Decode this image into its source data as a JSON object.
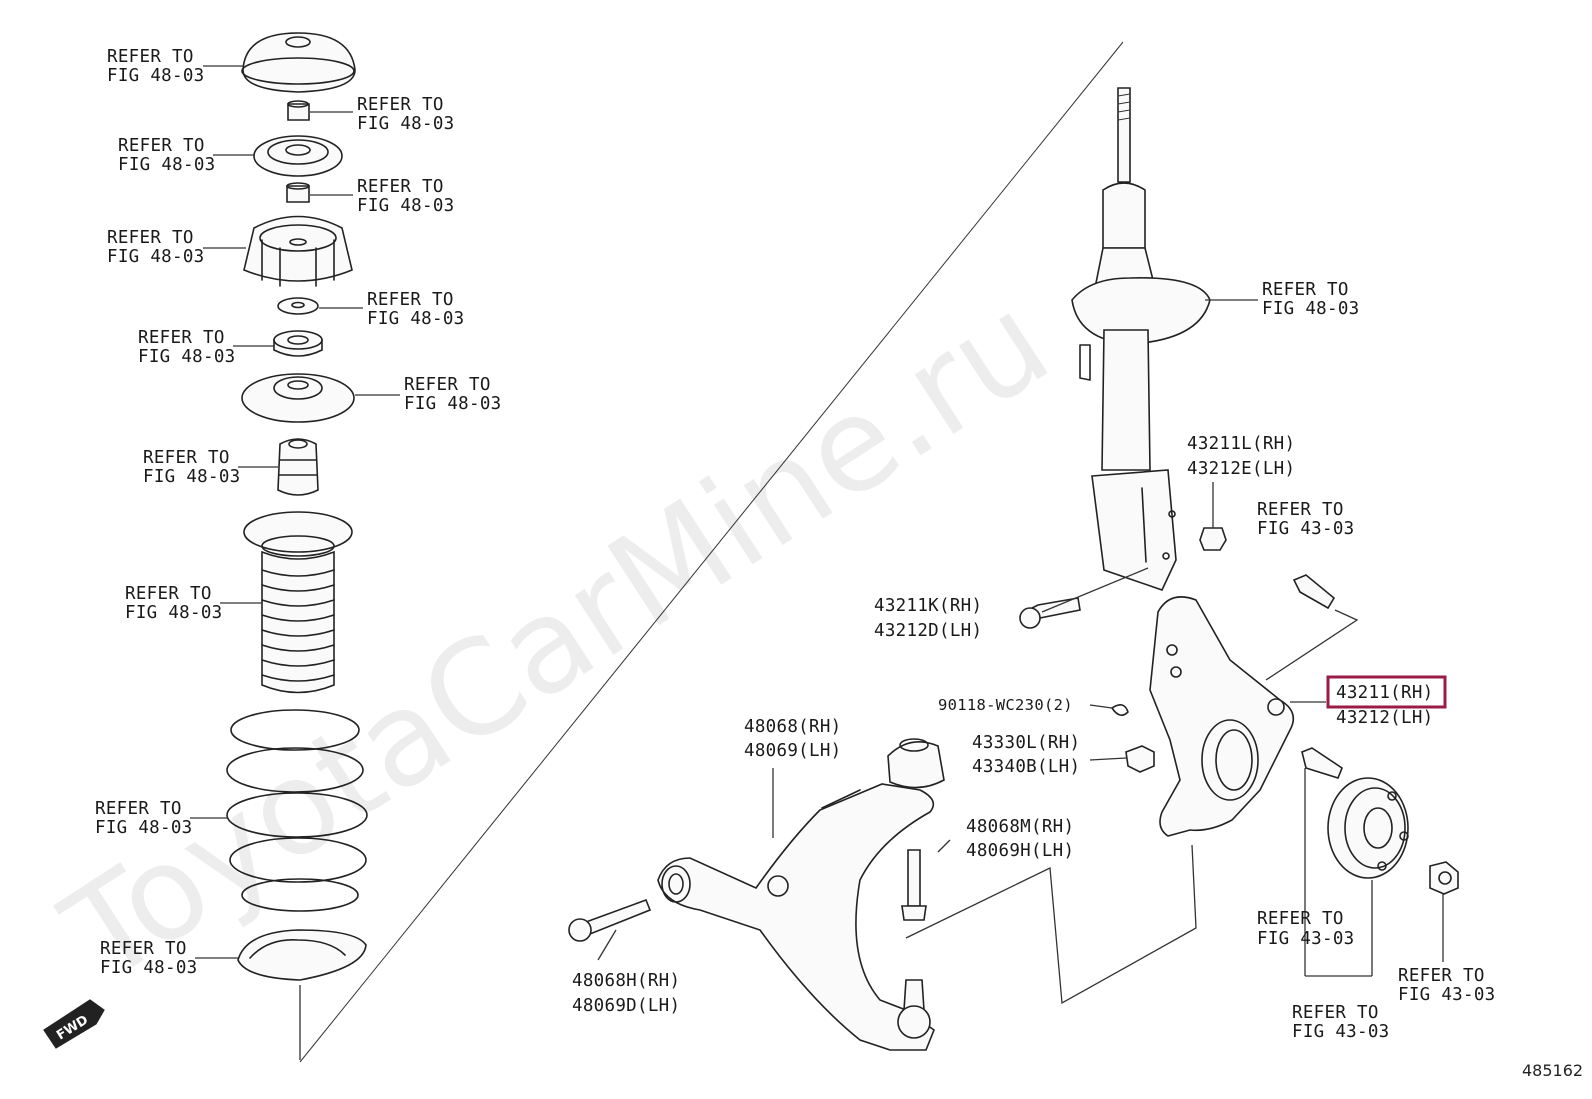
{
  "diagram": {
    "watermark": "ToyotaCarMine.ru",
    "diagram_id": "485162",
    "fwd_label": "FWD",
    "highlighted_part": "43211(RH)",
    "labels": {
      "l1a": "REFER TO",
      "l1b": "FIG 48-03",
      "l2a": "REFER TO",
      "l2b": "FIG 48-03",
      "l3a": "REFER TO",
      "l3b": "FIG 48-03",
      "l4a": "REFER TO",
      "l4b": "FIG 48-03",
      "l5a": "REFER TO",
      "l5b": "FIG 48-03",
      "l6a": "REFER TO",
      "l6b": "FIG 48-03",
      "l7a": "REFER TO",
      "l7b": "FIG 48-03",
      "l8a": "REFER TO",
      "l8b": "FIG 48-03",
      "l9a": "REFER TO",
      "l9b": "FIG 48-03",
      "l10a": "REFER TO",
      "l10b": "FIG 48-03",
      "l11a": "REFER TO",
      "l11b": "FIG 48-03",
      "l12a": "REFER TO",
      "l12b": "FIG 48-03",
      "r1a": "REFER TO",
      "r1b": "FIG 48-03",
      "r2a": "43211L(RH)",
      "r2b": "43212E(LH)",
      "r3a": "REFER TO",
      "r3b": "FIG 43-03",
      "r4a": "43211K(RH)",
      "r4b": "43212D(LH)",
      "r5a": "43211(RH)",
      "r5b": "43212(LH)",
      "r6": "90118-WC230(2)",
      "r7a": "43330L(RH)",
      "r7b": "43340B(LH)",
      "r8a": "48068(RH)",
      "r8b": "48069(LH)",
      "r9a": "48068M(RH)",
      "r9b": "48069H(LH)",
      "r10a": "48068H(RH)",
      "r10b": "48069D(LH)",
      "r11a": "REFER TO",
      "r11b": "FIG 43-03",
      "r12a": "REFER TO",
      "r12b": "FIG 43-03",
      "r13a": "REFER TO",
      "r13b": "FIG 43-03"
    }
  }
}
